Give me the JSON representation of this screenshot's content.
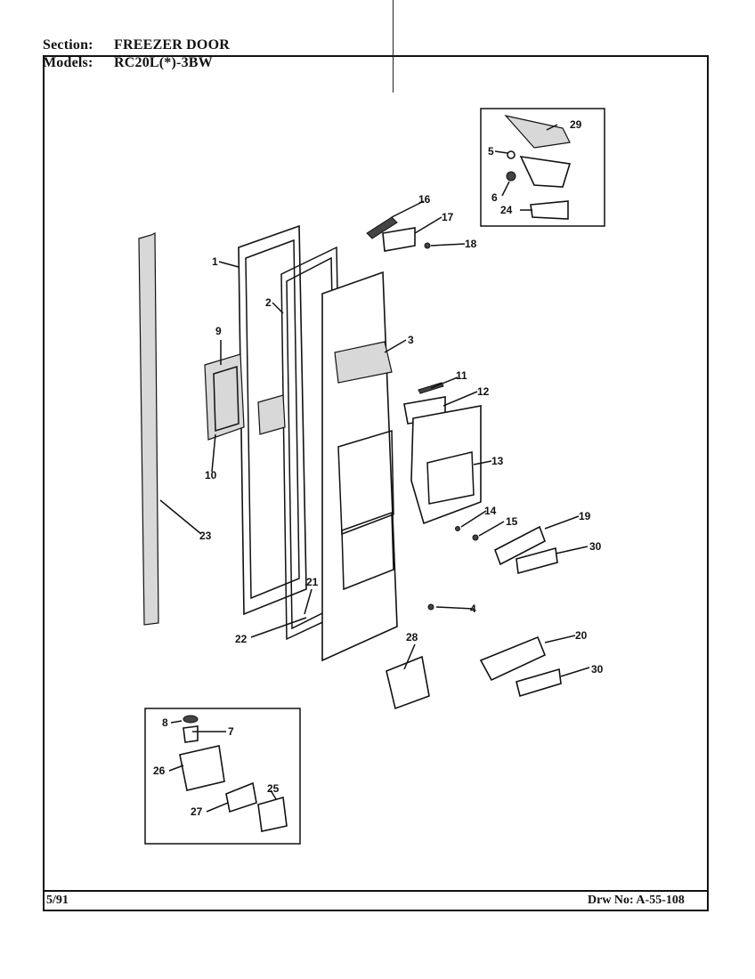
{
  "header": {
    "section_label": "Section:",
    "section_value": "FREEZER DOOR",
    "models_label": "Models:",
    "models_value": "RC20L(*)-3BW"
  },
  "footer": {
    "date": "5/91",
    "drawing_number": "Drw No: A-55-108"
  },
  "callouts": {
    "p1": "1",
    "p2": "2",
    "p3": "3",
    "p4": "4",
    "p5": "5",
    "p6": "6",
    "p7": "7",
    "p8": "8",
    "p9": "9",
    "p10": "10",
    "p11": "11",
    "p12": "12",
    "p13": "13",
    "p14": "14",
    "p15": "15",
    "p16": "16",
    "p17": "17",
    "p18": "18",
    "p19": "19",
    "p20": "20",
    "p21": "21",
    "p22": "22",
    "p23": "23",
    "p24": "24",
    "p25": "25",
    "p26": "26",
    "p27": "27",
    "p28": "28",
    "p29": "29",
    "p30a": "30",
    "p30b": "30"
  }
}
